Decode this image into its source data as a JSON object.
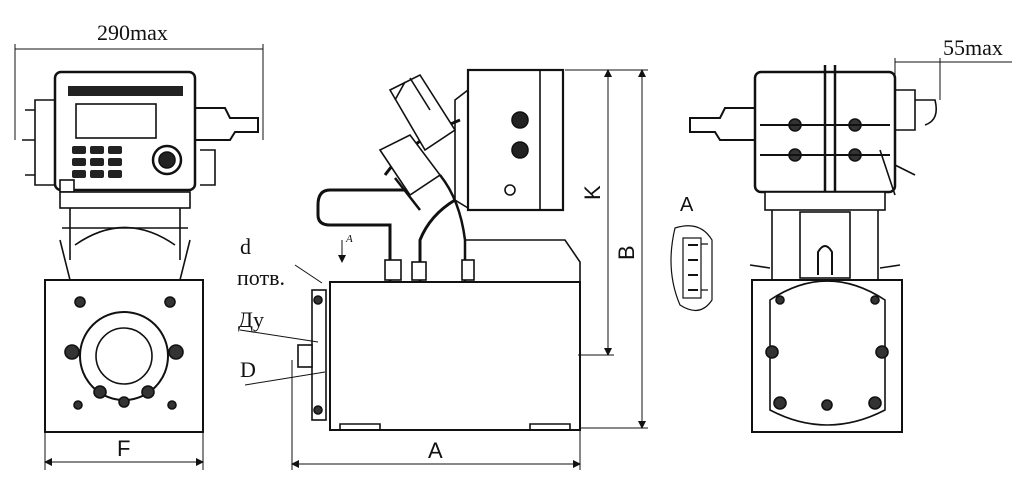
{
  "dimensions": {
    "width_max": "290max",
    "offset_max": "55max",
    "F": "F",
    "A": "A",
    "B": "B",
    "K": "K"
  },
  "labels": {
    "d": "d",
    "potv": "потв.",
    "du": "Ду",
    "D": "D",
    "view_mark": "A",
    "view_a": "A"
  }
}
